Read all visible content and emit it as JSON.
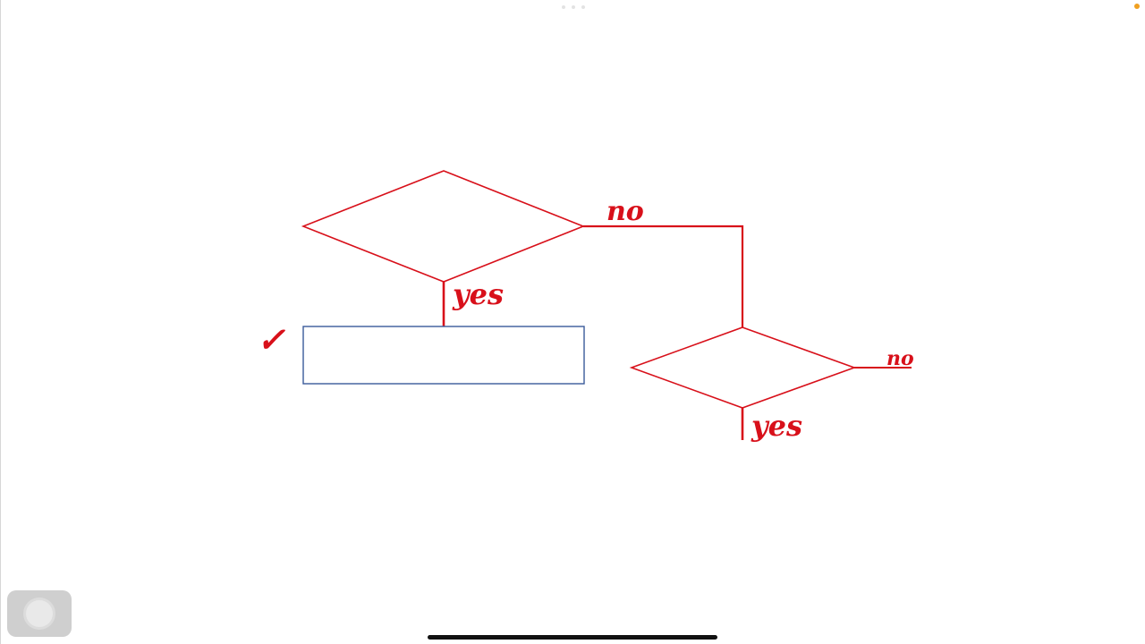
{
  "diagram": {
    "colors": {
      "ink": "#d8101a",
      "process_box_stroke": "#3a5a9a",
      "process_box_fill": "#ffffff"
    },
    "labels": {
      "top_no": "no",
      "top_yes": "yes",
      "check_mark": "✓",
      "bottom_yes": "yes",
      "right_no": "no"
    }
  },
  "system_ui": {
    "status_dot_color": "#f0a020",
    "assistive_touch_icon": "assistive-touch-icon"
  }
}
